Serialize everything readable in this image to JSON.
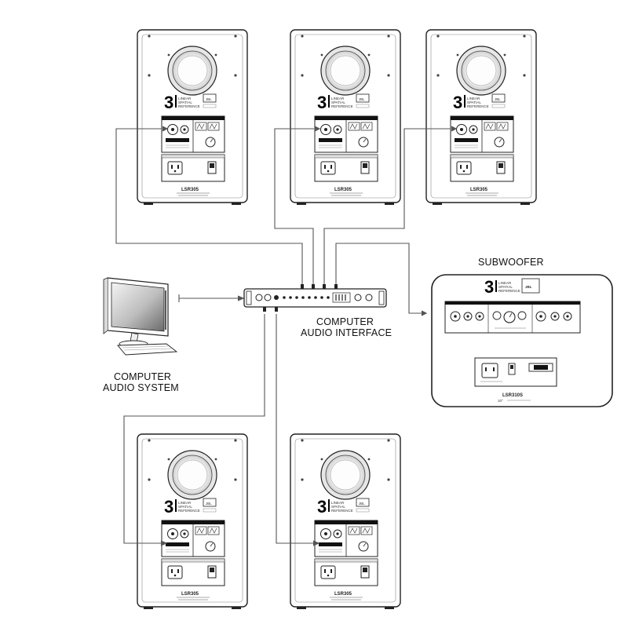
{
  "labels": {
    "subwoofer": "SUBWOOFER",
    "interface_line1": "COMPUTER",
    "interface_line2": "AUDIO INTERFACE",
    "computer_line1": "COMPUTER",
    "computer_line2": "AUDIO SYSTEM"
  },
  "speaker_back_panel": {
    "series_digit": "3",
    "series_text": [
      "LINEAR",
      "SPATIAL",
      "REFERENCE"
    ],
    "brand": "JBL",
    "model": "LSR305"
  },
  "subwoofer_panel": {
    "series_digit": "3",
    "series_text": [
      "LINEAR",
      "SPATIAL",
      "REFERENCE"
    ],
    "brand": "JBL",
    "model": "LSR310S",
    "size": "10\""
  },
  "colors": {
    "line": "#222222",
    "panel": "#ffffff",
    "shade": "#d9d9d9"
  }
}
